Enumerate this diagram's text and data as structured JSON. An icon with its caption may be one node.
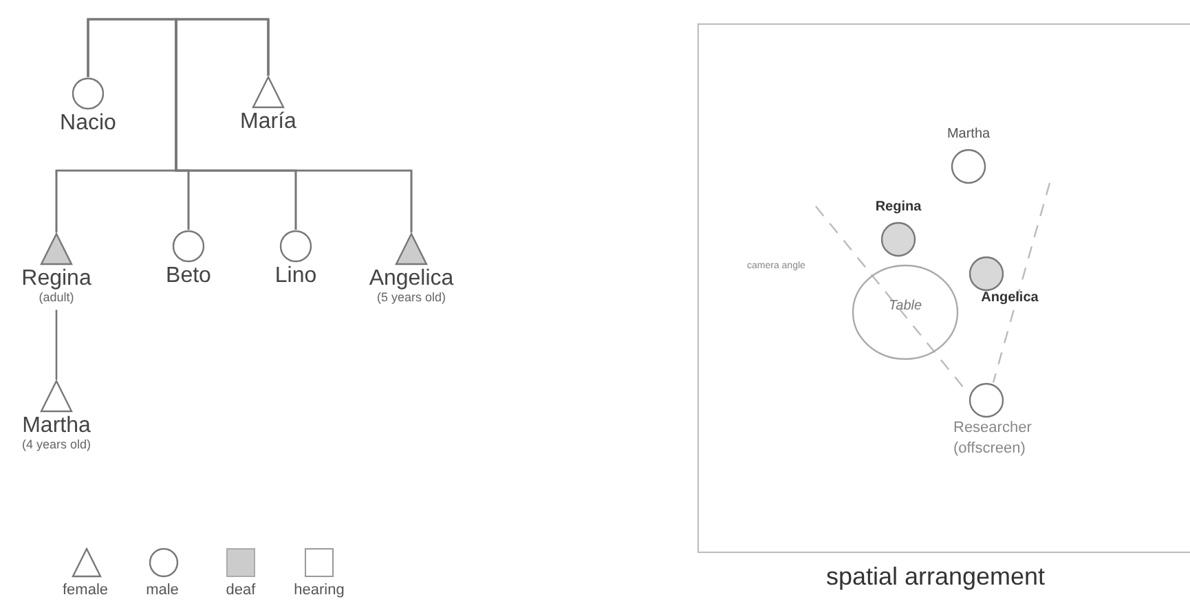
{
  "diagram": {
    "nodes": [
      {
        "text": [
          "Nacio"
        ]
      },
      {
        "text": [
          "María"
        ]
      },
      {
        "text": [
          "Regina",
          "(adult)"
        ]
      },
      {
        "text": [
          "Beto"
        ]
      },
      {
        "text": [
          "Lino"
        ]
      },
      {
        "text": [
          "Angelica",
          "(5 years old)"
        ]
      },
      {
        "text": [
          "Martha",
          "(4 years old)"
        ]
      },
      {
        "text": [
          "spatial arrangement"
        ]
      },
      {
        "text": [
          "Martha"
        ],
        "in": 7
      },
      {
        "text": [
          "Regina"
        ],
        "in": 7
      },
      {
        "text": [
          "Angelica"
        ],
        "in": 7
      },
      {
        "text": [
          "Table"
        ],
        "in": 7
      },
      {
        "text": [
          "Researcher (offscreen)"
        ],
        "in": 7
      }
    ],
    "edges": [
      {
        "from": 0,
        "to": 1,
        "arrow": "none"
      },
      {
        "from": 0,
        "to": 2,
        "arrow": "none"
      },
      {
        "from": 0,
        "to": 3,
        "arrow": "none"
      },
      {
        "from": 0,
        "to": 4,
        "arrow": "none"
      },
      {
        "from": 0,
        "to": 5,
        "arrow": "none"
      },
      {
        "from": 1,
        "to": 2,
        "arrow": "none"
      },
      {
        "from": 1,
        "to": 3,
        "arrow": "none"
      },
      {
        "from": 1,
        "to": 4,
        "arrow": "none"
      },
      {
        "from": 1,
        "to": 5,
        "arrow": "none"
      },
      {
        "from": 2,
        "to": 6,
        "arrow": "none"
      }
    ],
    "labels": [
      "camera angle"
    ],
    "legend": [
      {
        "text": "female"
      },
      {
        "text": "male"
      },
      {
        "text": "deaf",
        "color": "#cccccc"
      },
      {
        "text": "hearing"
      }
    ]
  }
}
